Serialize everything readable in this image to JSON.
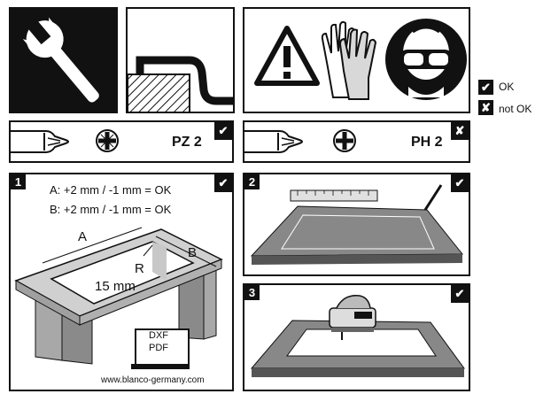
{
  "legend": {
    "ok_mark": "✔",
    "ok_label": "OK",
    "notok_mark": "✘",
    "notok_label": "not OK"
  },
  "tools": {
    "pz": {
      "label": "PZ 2",
      "status": "✔"
    },
    "ph": {
      "label": "PH 2",
      "status": "✘"
    }
  },
  "step1": {
    "number": "1",
    "status": "✔",
    "line_a": "A: +2 mm / -1 mm = OK",
    "line_b": "B: +2 mm / -1 mm = OK",
    "dim_a": "A",
    "dim_b": "B",
    "radius_r": "R",
    "radius_value": "15 mm",
    "file_dxf": "DXF",
    "file_pdf": "PDF",
    "website": "www.blanco-germany.com"
  },
  "step2": {
    "number": "2",
    "status": "✔"
  },
  "step3": {
    "number": "3",
    "status": "✔"
  }
}
